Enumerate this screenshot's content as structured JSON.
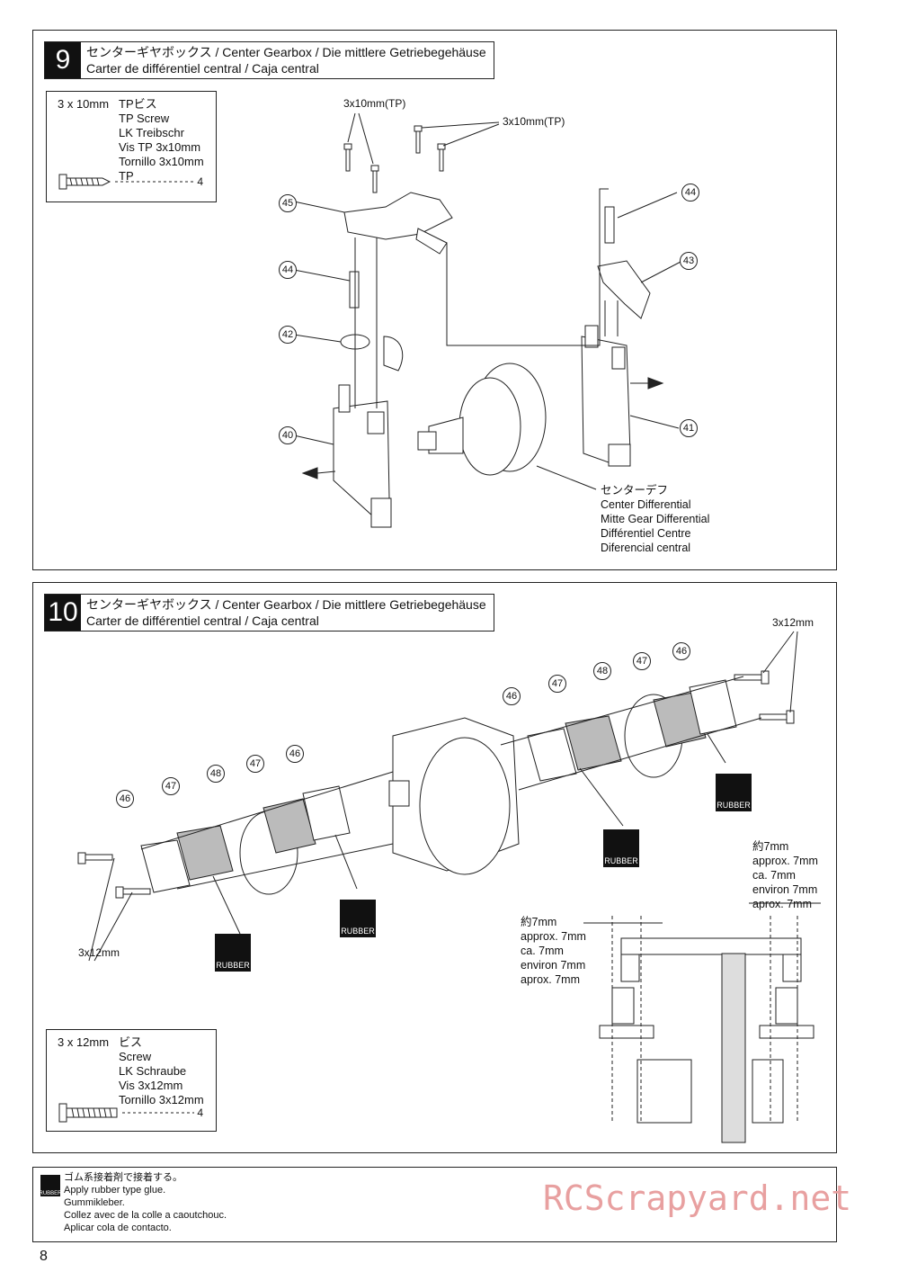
{
  "step9": {
    "number": "9",
    "title_line1": "センターギヤボックス / Center Gearbox / Die mittlere Getriebegehäuse",
    "title_line2": "Carter de différentiel central / Caja central",
    "part_box": {
      "size": "3 x 10mm",
      "names": [
        "TPビス",
        "TP Screw",
        "LK Treibschr",
        "Vis TP 3x10mm",
        "Tornillo 3x10mm TP"
      ],
      "qty": "4"
    },
    "screw_callout_left": "3x10mm(TP)",
    "screw_callout_right": "3x10mm(TP)",
    "part_numbers": [
      "45",
      "44",
      "42",
      "40",
      "44",
      "43",
      "41"
    ],
    "center_diff_label": [
      "センターデフ",
      "Center Differential",
      "Mitte Gear Differential",
      "Différentiel Centre",
      "Diferencial central"
    ]
  },
  "step10": {
    "number": "10",
    "title_line1": "センターギヤボックス / Center Gearbox / Die mittlere Getriebegehäuse",
    "title_line2": "Carter de différentiel central / Caja central",
    "screw_callout_top": "3x12mm",
    "screw_callout_bottom": "3x12mm",
    "left_part_numbers": [
      "46",
      "47",
      "48",
      "47",
      "46"
    ],
    "right_part_numbers": [
      "46",
      "47",
      "48",
      "47",
      "46"
    ],
    "rubber_label": "RUBBER",
    "dim_right": [
      "約7mm",
      "approx. 7mm",
      "ca. 7mm",
      "environ 7mm",
      "aprox. 7mm"
    ],
    "dim_left": [
      "約7mm",
      "approx. 7mm",
      "ca. 7mm",
      "environ 7mm",
      "aprox. 7mm"
    ],
    "part_box": {
      "size": "3 x 12mm",
      "names": [
        "ビス",
        "Screw",
        "LK Schraube",
        "Vis 3x12mm",
        "Tornillo 3x12mm"
      ],
      "qty": "4"
    }
  },
  "footer": {
    "icon_label": "RUBBER",
    "lines": [
      "ゴム系接着剤で接着する。",
      "Apply rubber type glue.",
      "Gummikleber.",
      "Collez avec de la colle a caoutchouc.",
      "Aplicar cola de contacto."
    ]
  },
  "watermark": "RCScrapyard.net",
  "page_number": "8"
}
